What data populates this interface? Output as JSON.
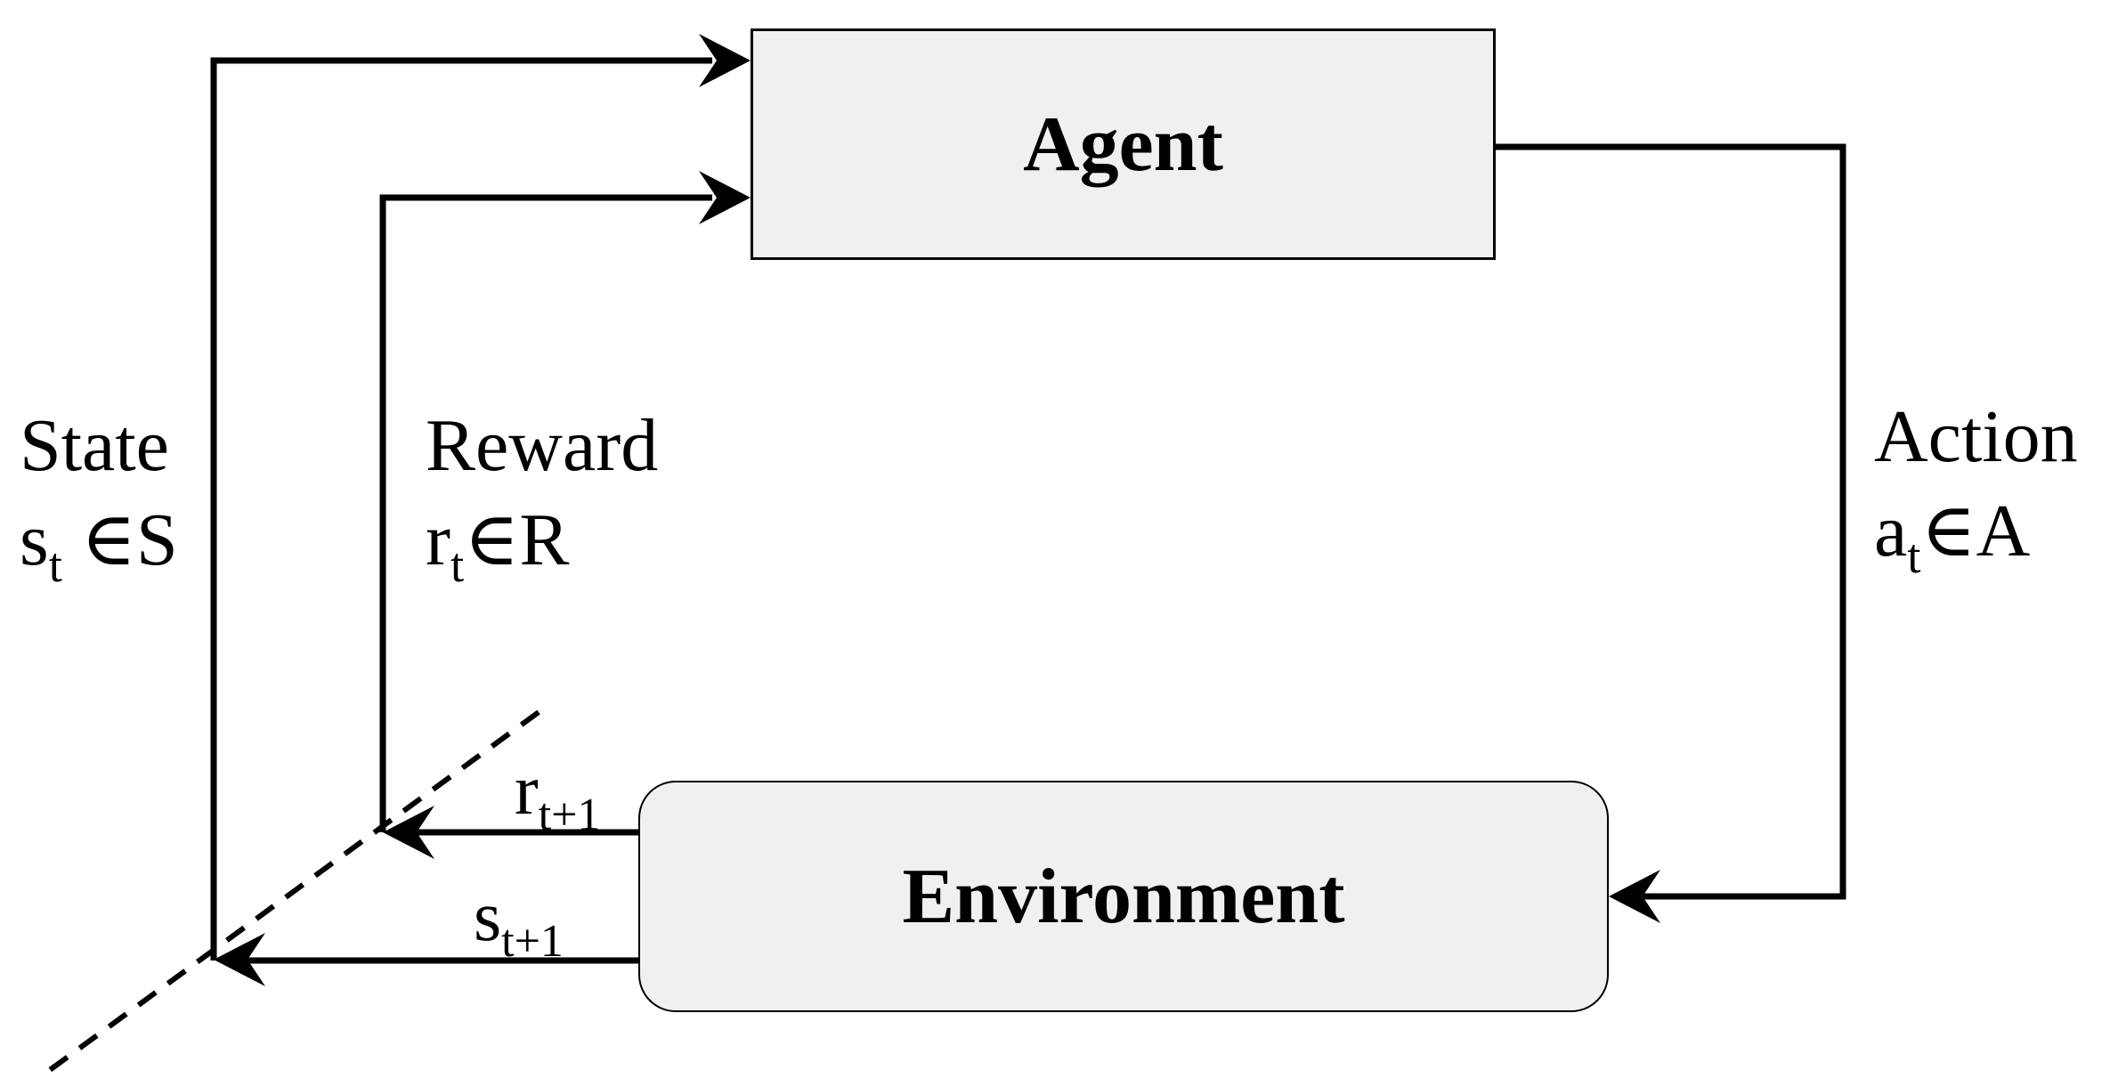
{
  "boxes": {
    "agent": "Agent",
    "environment": "Environment"
  },
  "labels": {
    "state_title": "State",
    "state_symbol": "s",
    "state_symbol_sub": "t",
    "state_symbol_rest": " ∈S",
    "reward_title": "Reward",
    "reward_symbol": "r",
    "reward_symbol_sub": "t",
    "reward_symbol_rest": "∈R",
    "action_title": "Action",
    "action_symbol": "a",
    "action_symbol_sub": "t",
    "action_symbol_rest": "∈A",
    "reward_next_symbol": "r",
    "reward_next_sub": "t+1",
    "state_next_symbol": "s",
    "state_next_sub": "t+1"
  },
  "colors": {
    "line": "#000000",
    "box-fill": "#f0f0f0",
    "box-border": "#000000",
    "background": "#ffffff",
    "text": "#000000"
  }
}
